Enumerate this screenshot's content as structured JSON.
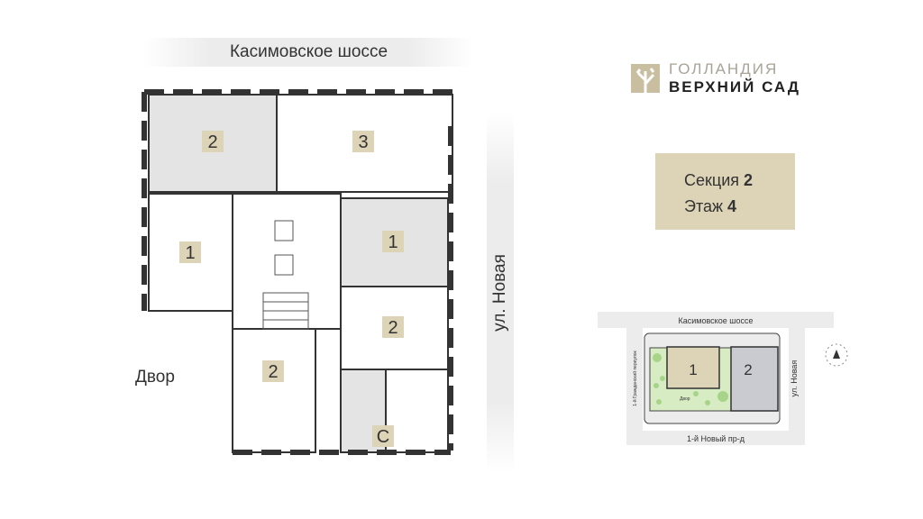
{
  "plan": {
    "street_top": "Касимовское шоссе",
    "street_right": "ул. Новая",
    "yard": "Двор",
    "units": [
      {
        "label": "2",
        "shaded": true
      },
      {
        "label": "3",
        "shaded": false
      },
      {
        "label": "1",
        "shaded": false
      },
      {
        "label": "1",
        "shaded": true
      },
      {
        "label": "2",
        "shaded": false
      },
      {
        "label": "2",
        "shaded": false
      },
      {
        "label": "С",
        "shaded": true
      }
    ]
  },
  "logo": {
    "line1": "ГОЛЛАНДИЯ",
    "line2": "ВЕРХНИЙ САД"
  },
  "info": {
    "section_label": "Секция",
    "section_value": "2",
    "floor_label": "Этаж",
    "floor_value": "4"
  },
  "minimap": {
    "top": "Касимовское шоссе",
    "bottom": "1-й Новый пр-д",
    "right": "ул. Новая",
    "left": "1-й Гражданский переулок",
    "yard": "Двор",
    "section1": "1",
    "section2": "2"
  },
  "colors": {
    "accent": "#ddd3b6",
    "shaded": "#e4e4e4",
    "green": "#d8ecc4",
    "section2": "#c9cbd0"
  }
}
